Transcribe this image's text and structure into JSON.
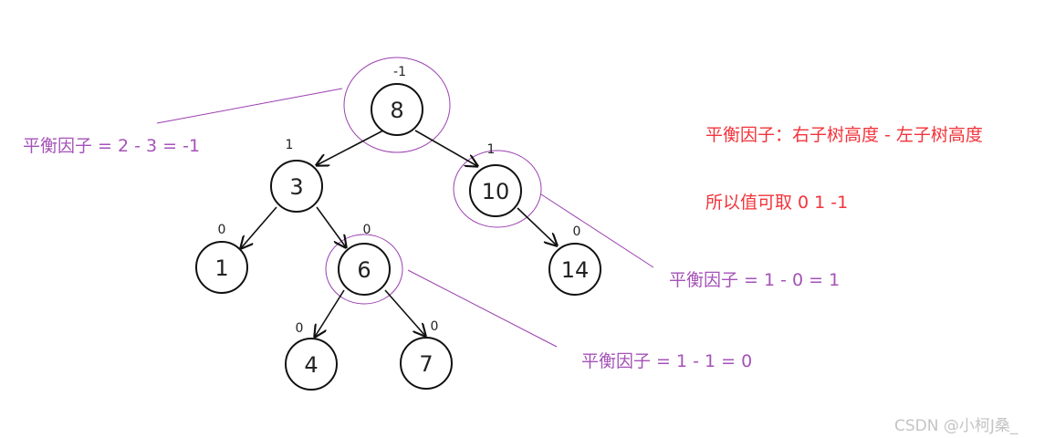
{
  "tree": {
    "nodes": [
      {
        "value": "8",
        "balance": "-1"
      },
      {
        "value": "3",
        "balance": "1"
      },
      {
        "value": "10",
        "balance": "1"
      },
      {
        "value": "1",
        "balance": "0"
      },
      {
        "value": "6",
        "balance": "0"
      },
      {
        "value": "14",
        "balance": "0"
      },
      {
        "value": "4",
        "balance": "0"
      },
      {
        "value": "7",
        "balance": "0"
      }
    ],
    "edges": [
      [
        "8",
        "3"
      ],
      [
        "8",
        "10"
      ],
      [
        "3",
        "1"
      ],
      [
        "3",
        "6"
      ],
      [
        "10",
        "14"
      ],
      [
        "6",
        "4"
      ],
      [
        "6",
        "7"
      ]
    ]
  },
  "annotations": {
    "root_factor": "平衡因子 = 2 - 3 = -1",
    "node10_factor": "平衡因子 = 1 - 0 = 1",
    "node6_factor": "平衡因子 = 1 - 1 = 0",
    "definition": "平衡因子：右子树高度 - 左子树高度",
    "allowed_values": "所以值可取 0 1 -1"
  },
  "watermark": "CSDN @小柯J桑_",
  "colors": {
    "annotation": "#a552b8",
    "definition": "#f2333a"
  }
}
